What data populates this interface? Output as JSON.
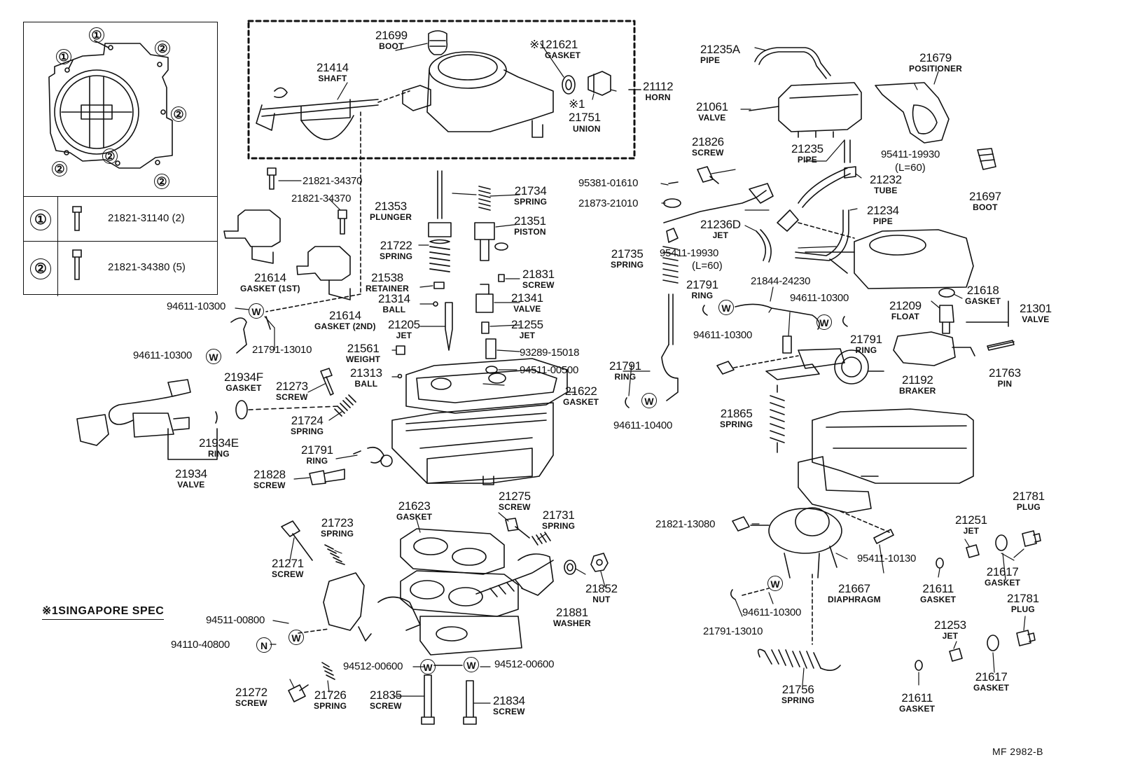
{
  "inset": {
    "callout_1": "①",
    "callout_2": "②",
    "rows": [
      {
        "key": "①",
        "text": "21821-31140 (2)"
      },
      {
        "key": "②",
        "text": "21821-34380 (5)"
      }
    ]
  },
  "labels": {
    "p21699": {
      "pn": "21699",
      "nm": "BOOT"
    },
    "p21621": {
      "pn": "※121621",
      "nm": "GASKET"
    },
    "p21414": {
      "pn": "21414",
      "nm": "SHAFT"
    },
    "p21751": {
      "pn": "※1\n21751",
      "nm": "UNION"
    },
    "p21112": {
      "pn": "21112",
      "nm": "HORN"
    },
    "p21353": {
      "pn": "21353",
      "nm": "PLUNGER"
    },
    "p21734": {
      "pn": "21734",
      "nm": "SPRING"
    },
    "p21351": {
      "pn": "21351",
      "nm": "PISTON"
    },
    "p21722": {
      "pn": "21722",
      "nm": "SPRING"
    },
    "p21538": {
      "pn": "21538",
      "nm": "RETAINER"
    },
    "p21831": {
      "pn": "21831",
      "nm": "SCREW"
    },
    "p21314": {
      "pn": "21314",
      "nm": "BALL"
    },
    "p21341": {
      "pn": "21341",
      "nm": "VALVE"
    },
    "p21205": {
      "pn": "21205",
      "nm": "JET"
    },
    "p21255": {
      "pn": "21255",
      "nm": "JET"
    },
    "p21561": {
      "pn": "21561",
      "nm": "WEIGHT"
    },
    "p21313": {
      "pn": "21313",
      "nm": "BALL"
    },
    "p21614a": {
      "pn": "21614",
      "nm": "GASKET (1ST)"
    },
    "p21614b": {
      "pn": "21614",
      "nm": "GASKET (2ND)"
    },
    "p21934F": {
      "pn": "21934F",
      "nm": "GASKET"
    },
    "p21273": {
      "pn": "21273",
      "nm": "SCREW"
    },
    "p21622": {
      "pn": "21622",
      "nm": "GASKET"
    },
    "p21724": {
      "pn": "21724",
      "nm": "SPRING"
    },
    "p21934E": {
      "pn": "21934E",
      "nm": "RING"
    },
    "p21934": {
      "pn": "21934",
      "nm": "VALVE"
    },
    "p21791c": {
      "pn": "21791",
      "nm": "RING"
    },
    "p21828": {
      "pn": "21828",
      "nm": "SCREW"
    },
    "p21623": {
      "pn": "21623",
      "nm": "GASKET"
    },
    "p21275": {
      "pn": "21275",
      "nm": "SCREW"
    },
    "p21731": {
      "pn": "21731",
      "nm": "SPRING"
    },
    "p21723": {
      "pn": "21723",
      "nm": "SPRING"
    },
    "p21271": {
      "pn": "21271",
      "nm": "SCREW"
    },
    "p21852": {
      "pn": "21852",
      "nm": "NUT"
    },
    "p21881": {
      "pn": "21881",
      "nm": "WASHER"
    },
    "p21272": {
      "pn": "21272",
      "nm": "SCREW"
    },
    "p21726": {
      "pn": "21726",
      "nm": "SPRING"
    },
    "p21835": {
      "pn": "21835",
      "nm": "SCREW"
    },
    "p21834": {
      "pn": "21834",
      "nm": "SCREW"
    },
    "p21235A": {
      "pn": "21235A",
      "nm": "PIPE"
    },
    "p21679": {
      "pn": "21679",
      "nm": "POSITIONER"
    },
    "p21061": {
      "pn": "21061",
      "nm": "VALVE"
    },
    "p21826": {
      "pn": "21826",
      "nm": "SCREW"
    },
    "p21235": {
      "pn": "21235",
      "nm": "PIPE"
    },
    "p21232": {
      "pn": "21232",
      "nm": "TUBE"
    },
    "p21697": {
      "pn": "21697",
      "nm": "BOOT"
    },
    "p21234": {
      "pn": "21234",
      "nm": "PIPE"
    },
    "p21236D": {
      "pn": "21236D",
      "nm": "JET"
    },
    "p21735": {
      "pn": "21735",
      "nm": "SPRING"
    },
    "p21791a": {
      "pn": "21791",
      "nm": "RING"
    },
    "p21618": {
      "pn": "21618",
      "nm": "GASKET"
    },
    "p21209": {
      "pn": "21209",
      "nm": "FLOAT"
    },
    "p21301": {
      "pn": "21301",
      "nm": "VALVE"
    },
    "p21791b": {
      "pn": "21791",
      "nm": "RING"
    },
    "p21791d": {
      "pn": "21791",
      "nm": "RING"
    },
    "p21763": {
      "pn": "21763",
      "nm": "PIN"
    },
    "p21192": {
      "pn": "21192",
      "nm": "BRAKER"
    },
    "p21865": {
      "pn": "21865",
      "nm": "SPRING"
    },
    "p21781a": {
      "pn": "21781",
      "nm": "PLUG"
    },
    "p21251": {
      "pn": "21251",
      "nm": "JET"
    },
    "p21617a": {
      "pn": "21617",
      "nm": "GASKET"
    },
    "p21611a": {
      "pn": "21611",
      "nm": "GASKET"
    },
    "p21667": {
      "pn": "21667",
      "nm": "DIAPHRAGM"
    },
    "p21781b": {
      "pn": "21781",
      "nm": "PLUG"
    },
    "p21253": {
      "pn": "21253",
      "nm": "JET"
    },
    "p21617b": {
      "pn": "21617",
      "nm": "GASKET"
    },
    "p21756": {
      "pn": "21756",
      "nm": "SPRING"
    },
    "p21611b": {
      "pn": "21611",
      "nm": "GASKET"
    }
  },
  "codes": {
    "c21821_34370a": "21821-34370",
    "c21821_34370b": "21821-34370",
    "c94611_10300a": "94611-10300",
    "c94611_10300b": "94611-10300",
    "c21791_13010a": "21791-13010",
    "c93289_15018": "93289-15018",
    "c94511_00500": "94511-00500",
    "c94511_00800": "94511-00800",
    "c94110_40800": "94110-40800",
    "c94512_00600a": "94512-00600",
    "c94512_00600b": "94512-00600",
    "c95381_01610": "95381-01610",
    "c21873_21010": "21873-21010",
    "c95411_19930a": "95411-19930",
    "c95411_19930a_sub": "(L=60)",
    "c95411_19930b": "95411-19930",
    "c95411_19930b_sub": "(L=60)",
    "c21844_24230": "21844-24230",
    "c94611_10300c": "94611-10300",
    "c94611_10300d": "94611-10300",
    "c94611_10400": "94611-10400",
    "c21821_13080": "21821-13080",
    "c95411_10130": "95411-10130",
    "c94611_10300e": "94611-10300",
    "c21791_13010b": "21791-13010"
  },
  "washer_marks": {
    "w": "W",
    "n": "N"
  },
  "spec_note": "※1SINGAPORE SPEC",
  "footer": "MF 2982-B"
}
